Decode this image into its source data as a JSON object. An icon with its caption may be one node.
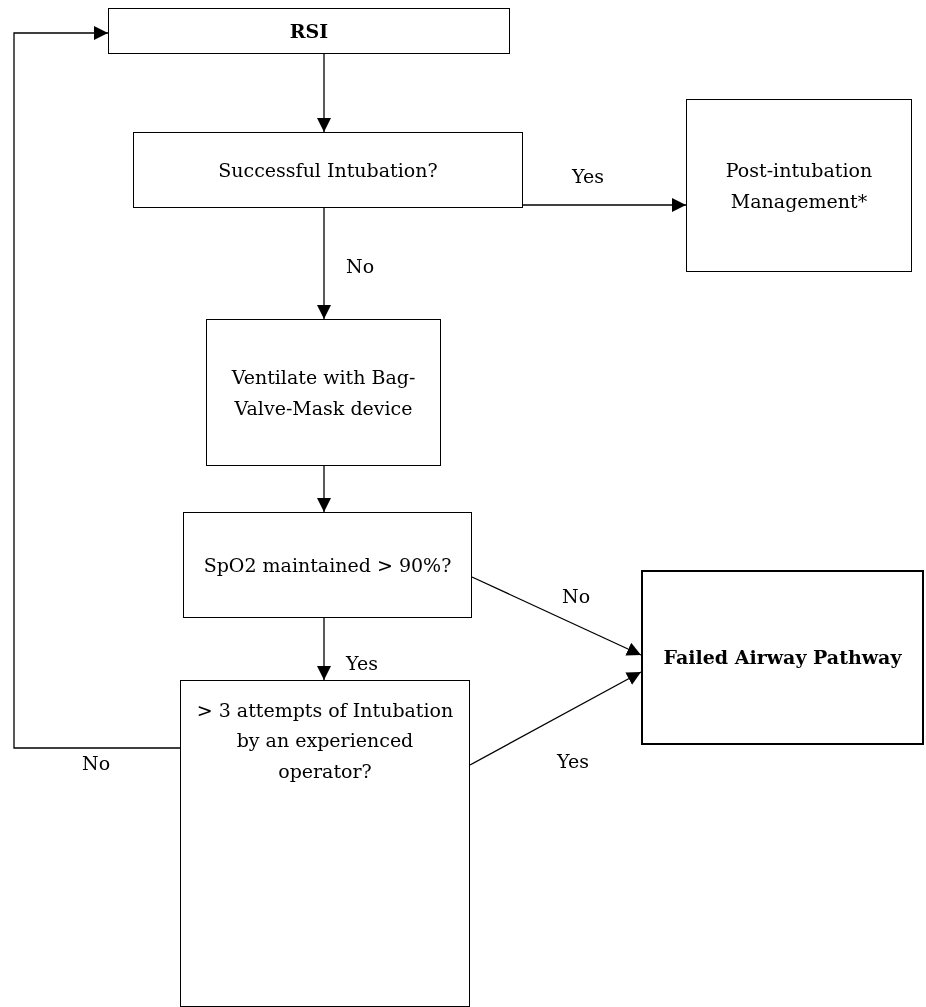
{
  "diagram": {
    "nodes": [
      {
        "text": [
          "RSI"
        ]
      },
      {
        "text": [
          "Successful Intubation?"
        ]
      },
      {
        "text": [
          "Post-intubation Management*"
        ]
      },
      {
        "text": [
          "Ventilate with Bag-Valve-Mask device"
        ]
      },
      {
        "text": [
          "SpO2 maintained > 90%?"
        ]
      },
      {
        "text": [
          "Failed Airway Pathway"
        ]
      },
      {
        "text": [
          "> 3 attempts of Intubation by an experienced operator?"
        ]
      }
    ],
    "edges": [
      {
        "from": 0,
        "to": 1,
        "arrow": "to"
      },
      {
        "from": 1,
        "to": 2,
        "arrow": "to",
        "label": "Yes"
      },
      {
        "from": 1,
        "to": 3,
        "arrow": "to",
        "label": "No"
      },
      {
        "from": 3,
        "to": 4,
        "arrow": "to"
      },
      {
        "from": 4,
        "to": 5,
        "arrow": "to",
        "label": "No"
      },
      {
        "from": 4,
        "to": 6,
        "arrow": "to",
        "label": "Yes"
      },
      {
        "from": 6,
        "to": 5,
        "arrow": "to",
        "label": "Yes"
      },
      {
        "from": 6,
        "to": 0,
        "arrow": "to",
        "label": "No"
      }
    ]
  }
}
